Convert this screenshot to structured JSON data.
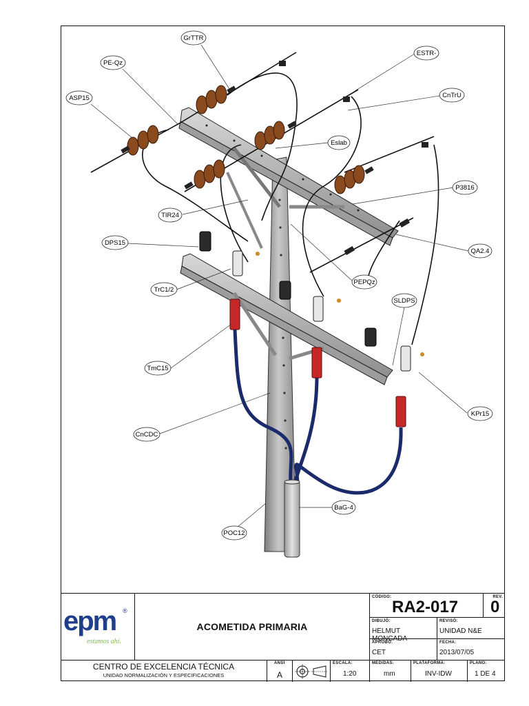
{
  "drawing": {
    "callouts": [
      {
        "id": "GrTTR",
        "label": "GrTTR"
      },
      {
        "id": "PE-Qz",
        "label": "PE-Qz"
      },
      {
        "id": "ASP15",
        "label": "ASP15"
      },
      {
        "id": "ESTR-",
        "label": "ESTR-"
      },
      {
        "id": "CnTrU",
        "label": "CnTrU"
      },
      {
        "id": "Eslab",
        "label": "Eslab"
      },
      {
        "id": "P3816",
        "label": "P3816"
      },
      {
        "id": "TIR24",
        "label": "TIR24"
      },
      {
        "id": "DPS15",
        "label": "DPS15"
      },
      {
        "id": "QA24",
        "label": "QA2.4"
      },
      {
        "id": "PEPQz",
        "label": "PEPQz"
      },
      {
        "id": "TrC12",
        "label": "TrC1/2"
      },
      {
        "id": "SLDPS",
        "label": "SLDPS"
      },
      {
        "id": "TmC15",
        "label": "TmC15"
      },
      {
        "id": "KPr15",
        "label": "KPr15"
      },
      {
        "id": "CnCDC",
        "label": "CnCDC"
      },
      {
        "id": "BaG4",
        "label": "BaG-4"
      },
      {
        "id": "POC12",
        "label": "POC12"
      }
    ]
  },
  "title_block": {
    "logo_text": "epm",
    "logo_reg": "®",
    "logo_slogan": "estamos ahí.",
    "title": "ACOMETIDA PRIMARIA",
    "center_name": "CENTRO DE EXCELENCIA TÉCNICA",
    "center_unit": "UNIDAD NORMALIZACIÓN Y ESPECIFICACIONES",
    "codigo_label": "CÓDIGO:",
    "codigo": "RA2-017",
    "rev_label": "REV.",
    "rev": "0",
    "dibujo_label": "DIBUJÓ:",
    "dibujo": "HELMUT MONCADA",
    "reviso_label": "REVISÓ:",
    "reviso": "UNIDAD N&E",
    "aprobo_label": "APROBÓ:",
    "aprobo": "CET",
    "fecha_label": "FECHA:",
    "fecha": "2013/07/05",
    "ansi_label": "ANSI",
    "ansi": "A",
    "escala_label": "ESCALA:",
    "escala": "1:20",
    "medidas_label": "MEDIDAS:",
    "medidas": "mm",
    "plataforma_label": "PLATAFORMA:",
    "plataforma": "INV-IDW",
    "plano_label": "PLANO:",
    "plano": "1 DE 4"
  },
  "colors": {
    "cable": "#1b2a6b",
    "insulator": "#8a4a1e",
    "terminal": "#c62828",
    "steel": "#b8b8b8",
    "pole": "#a8a8a8",
    "logo_blue": "#1f3e8c",
    "logo_green": "#7dc242"
  }
}
